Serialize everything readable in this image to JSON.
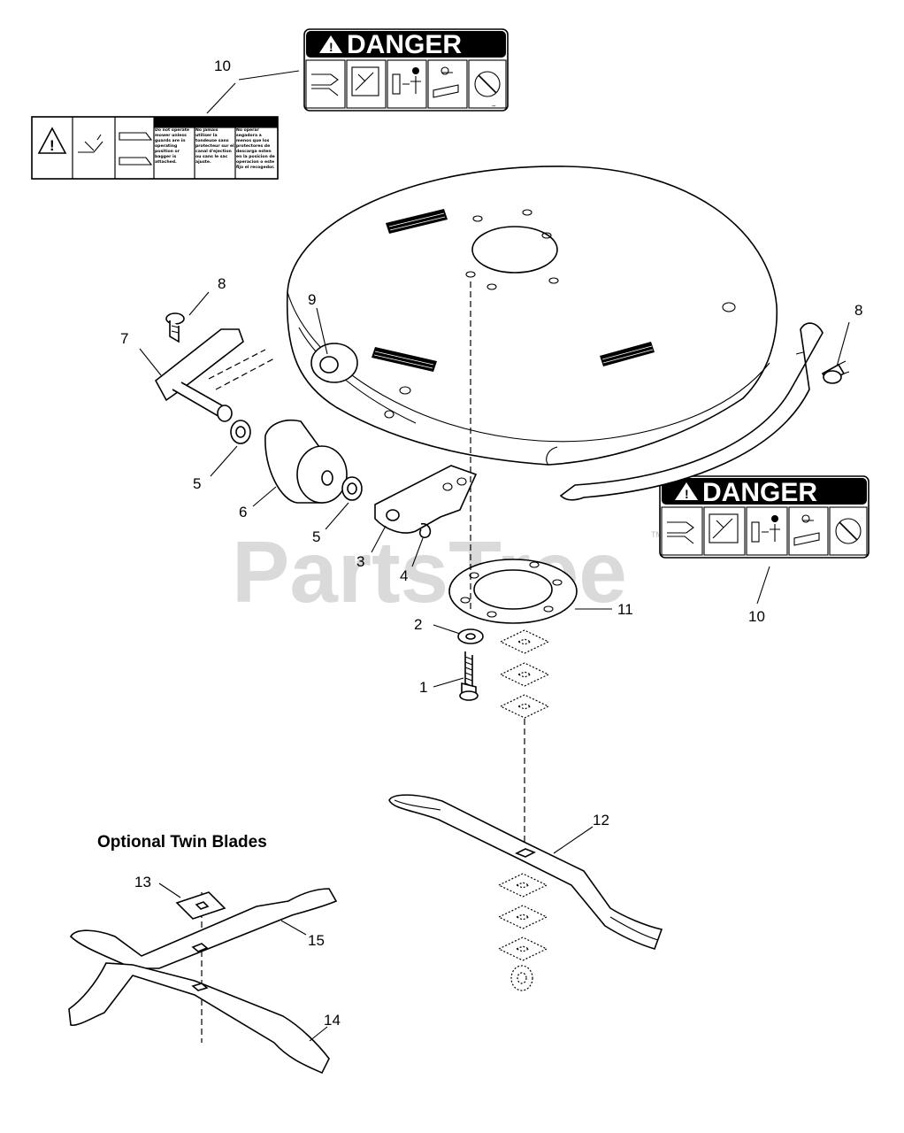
{
  "watermark": "PartsTree",
  "watermark_tm": "TM",
  "section_title": "Optional Twin Blades",
  "danger_labels": [
    {
      "text": "DANGER"
    },
    {
      "text": "DANGER"
    }
  ],
  "warning_decal_text": [
    "Do not operate mower unless guards are in operating position or bagger is attached.",
    "No jamais utiliser la tondeuse sans protecteur sur el canal d'ejection ou sans le sac ajuste.",
    "No operar segadora a menos que los protectores de descarga esten en la posicion de operacion o este fijo el recogedor."
  ],
  "callouts": [
    {
      "id": "c1",
      "label": "1"
    },
    {
      "id": "c2",
      "label": "2"
    },
    {
      "id": "c3",
      "label": "3"
    },
    {
      "id": "c4",
      "label": "4"
    },
    {
      "id": "c5a",
      "label": "5"
    },
    {
      "id": "c5b",
      "label": "5"
    },
    {
      "id": "c6",
      "label": "6"
    },
    {
      "id": "c7",
      "label": "7"
    },
    {
      "id": "c8a",
      "label": "8"
    },
    {
      "id": "c8b",
      "label": "8"
    },
    {
      "id": "c9",
      "label": "9"
    },
    {
      "id": "c10a",
      "label": "10"
    },
    {
      "id": "c10b",
      "label": "10"
    },
    {
      "id": "c11",
      "label": "11"
    },
    {
      "id": "c12",
      "label": "12"
    },
    {
      "id": "c13",
      "label": "13"
    },
    {
      "id": "c14",
      "label": "14"
    },
    {
      "id": "c15",
      "label": "15"
    }
  ]
}
